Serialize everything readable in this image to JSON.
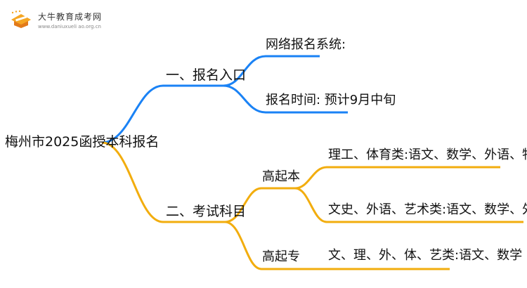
{
  "logo": {
    "name": "大牛教育成考网",
    "url": "www.daniuxueli ao.org.cn"
  },
  "mindmap": {
    "root": "梅州市2025函授本科报名",
    "branch1": {
      "label": "一、报名入口",
      "items": [
        "网络报名系统:",
        "报名时间: 预计9月中旬"
      ]
    },
    "branch2": {
      "label": "二、考试科目",
      "gaoqiben": {
        "label": "高起本",
        "items": [
          "理工、体育类:语文、数学、外语、物理化学综合",
          "文史、外语、艺术类:语文、数学、外语、历史地理综合"
        ]
      },
      "gaoqizhuan": {
        "label": "高起专",
        "items": [
          "文、理、外、体、艺类:语文、数学"
        ]
      }
    }
  },
  "colors": {
    "blue": "#1a82f5",
    "orange": "#f2ad0e"
  }
}
